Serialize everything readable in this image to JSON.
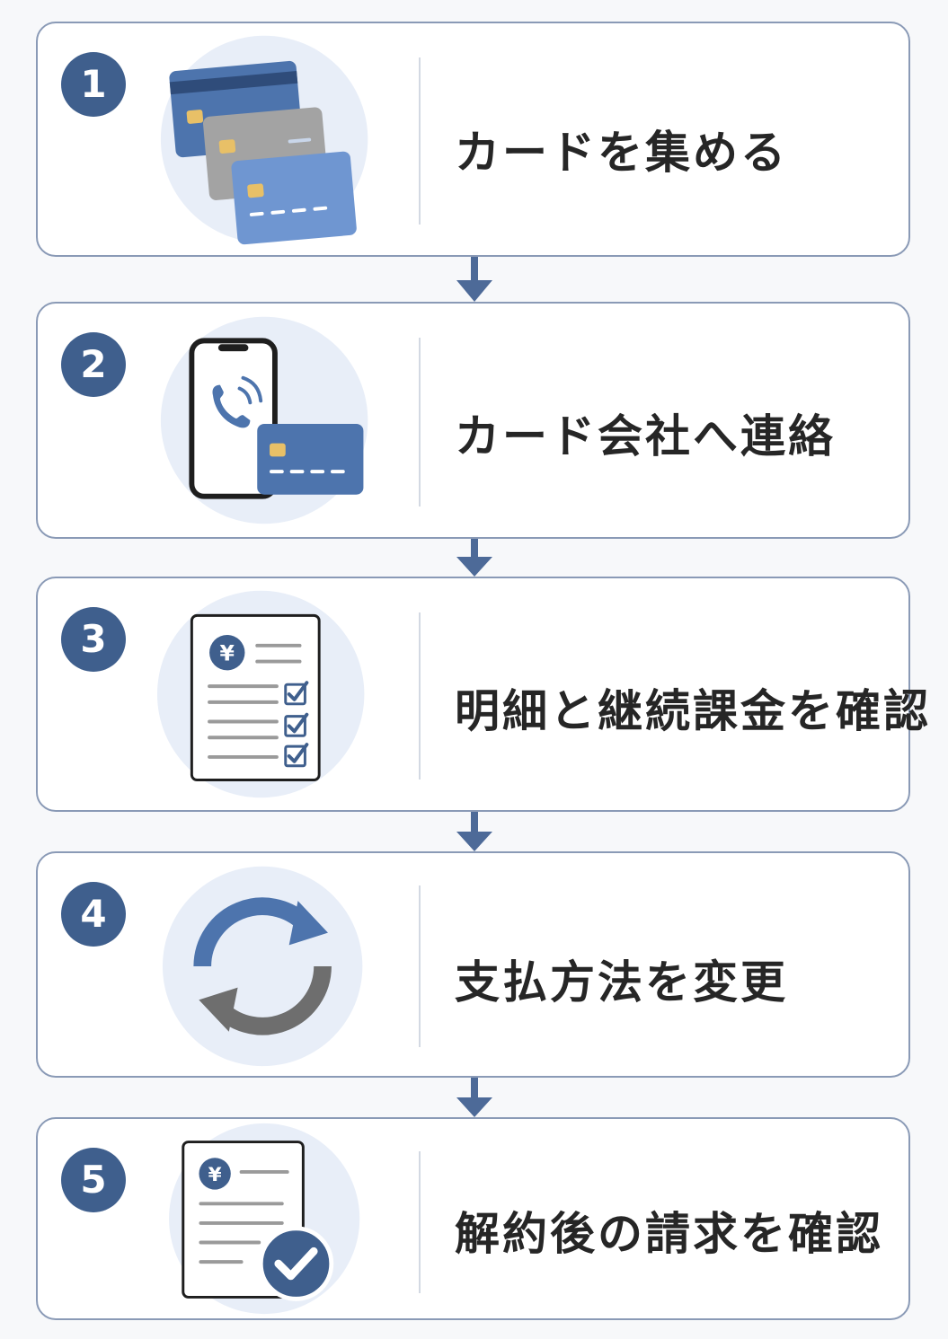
{
  "steps": [
    {
      "number": "1",
      "label": "カードを集める",
      "icon": "credit-cards-icon"
    },
    {
      "number": "2",
      "label": "カード会社へ連絡",
      "icon": "smartphone-call-icon"
    },
    {
      "number": "3",
      "label": "明細と継続課金を確認",
      "icon": "statement-checklist-icon"
    },
    {
      "number": "4",
      "label": "支払方法を変更",
      "icon": "refresh-cycle-icon"
    },
    {
      "number": "5",
      "label": "解約後の請求を確認",
      "icon": "document-check-icon"
    }
  ],
  "colors": {
    "accent": "#3f5f8d",
    "card_border": "#8a9ab6",
    "icon_circle": "#e8eef8",
    "card_blue": "#4d74ad",
    "card_gray": "#a3a3a3",
    "card_light_blue": "#6f96d1"
  }
}
